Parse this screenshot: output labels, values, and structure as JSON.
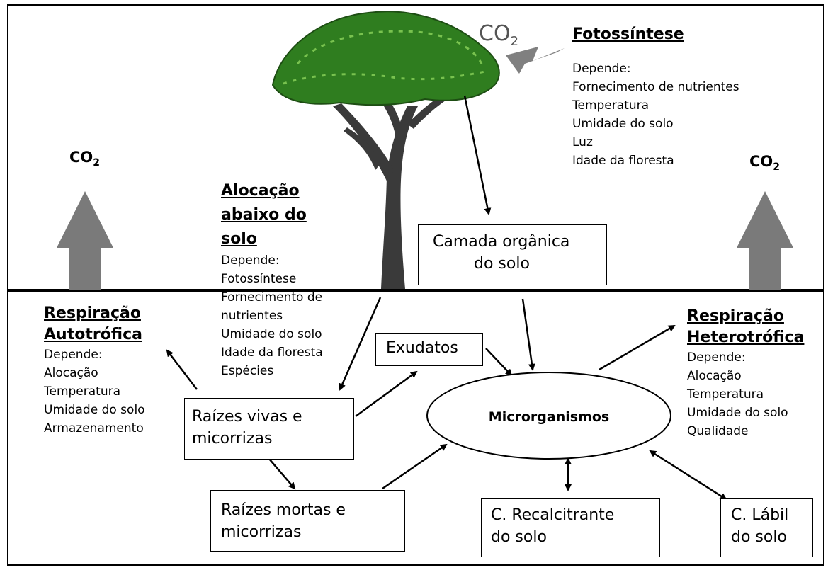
{
  "co2": {
    "label": "CO",
    "sub": "2"
  },
  "photosynthesis": {
    "title": "Fotossíntese",
    "depends_label": "Depende:",
    "factors": [
      "Fornecimento de nutrientes",
      "Temperatura",
      "Umidade do solo",
      "Luz",
      "Idade da floresta"
    ]
  },
  "allocation": {
    "title_lines": [
      "Alocação",
      "abaixo do",
      "solo"
    ],
    "depends_label": "Depende:",
    "factors": [
      "Fotossíntese",
      "Fornecimento de",
      "nutrientes",
      "Umidade do solo",
      "Idade da floresta",
      "Espécies"
    ]
  },
  "autotrophic": {
    "title_lines": [
      "Respiração",
      "Autotrófica"
    ],
    "depends_label": "Depende:",
    "factors": [
      "Alocação",
      "Temperatura",
      "Umidade do solo",
      "Armazenamento"
    ]
  },
  "heterotrophic": {
    "title_lines": [
      "Respiração",
      "Heterotrófica"
    ],
    "depends_label": "Depende:",
    "factors": [
      "Alocação",
      "Temperatura",
      "Umidade do solo",
      "Qualidade"
    ]
  },
  "boxes": {
    "organic_layer": [
      "Camada orgânica",
      "do solo"
    ],
    "exudates": "Exudatos",
    "live_roots": [
      "Raízes vivas e",
      "micorrizas"
    ],
    "dead_roots": [
      "Raízes mortas e",
      "micorrizas"
    ],
    "recalcitrant": [
      "C. Recalcitrante",
      "do solo"
    ],
    "labile": [
      "C. Lábil",
      "do solo"
    ],
    "microorganisms": "Microrganismos"
  },
  "colors": {
    "arrow_gray": "#7a7a7a",
    "foliage": "#2f7d1f",
    "trunk": "#3a3a3a"
  }
}
